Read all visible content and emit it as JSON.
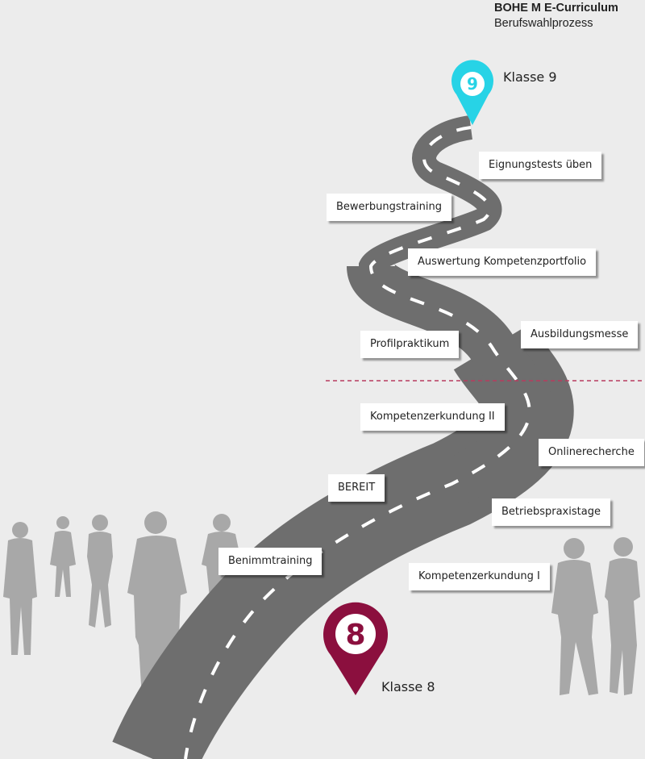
{
  "header": {
    "title": "BOHE M E-Curriculum",
    "subtitle": "Berufswahlprozess"
  },
  "markers": {
    "start": {
      "number": "8",
      "label": "Klasse 8",
      "color": "#8b0f3e"
    },
    "end": {
      "number": "9",
      "label": "Klasse 9",
      "color": "#27d3e6"
    }
  },
  "road": {
    "color": "#6e6e6e",
    "dash_color": "#ffffff",
    "divider_color": "#b83b5e"
  },
  "steps": [
    {
      "label": "Eignungstests üben"
    },
    {
      "label": "Bewerbungstraining"
    },
    {
      "label": "Auswertung Kompetenzportfolio"
    },
    {
      "label": "Ausbildungsmesse"
    },
    {
      "label": "Profilpraktikum"
    },
    {
      "label": "Kompetenzerkundung II"
    },
    {
      "label": "Onlinerecherche"
    },
    {
      "label": "BEREIT"
    },
    {
      "label": "Betriebspraxistage"
    },
    {
      "label": "Benimmtraining"
    },
    {
      "label": "Kompetenzerkundung I"
    }
  ]
}
